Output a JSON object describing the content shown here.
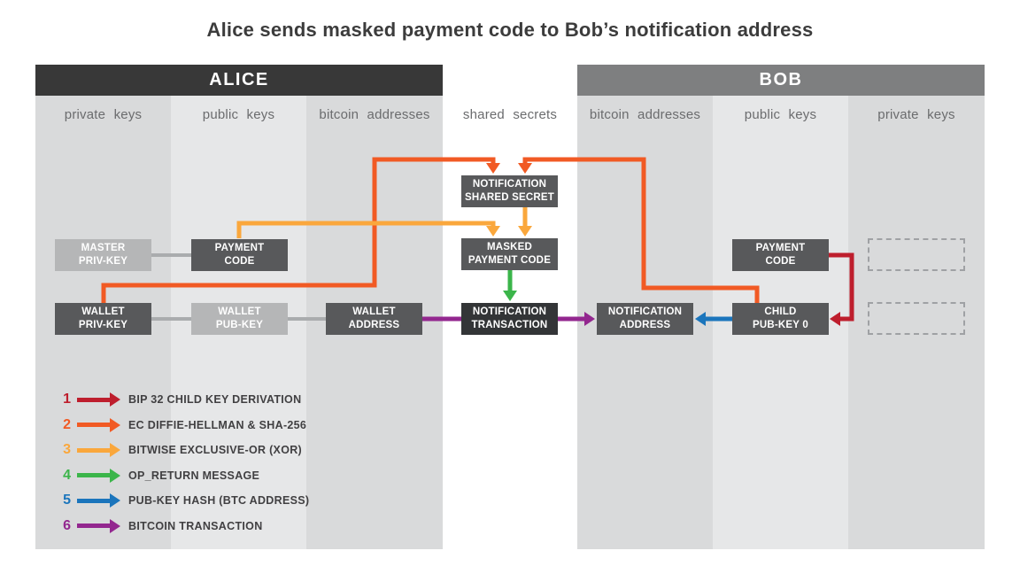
{
  "title": "Alice sends masked payment code to Bob’s notification address",
  "colors": {
    "red": "#BE1E2D",
    "orange": "#F15A24",
    "yellow": "#FAA73C",
    "green": "#3BB54A",
    "blue": "#1B75BC",
    "purple": "#93278F",
    "alice_header": "#383838",
    "bob_header": "#7E7F80",
    "box_dark": "#58595B",
    "box_light": "#B5B6B7",
    "box_black": "#333537",
    "col_dark": "#D9DADB",
    "col_light": "#E6E7E8",
    "connector": "#AAACAE"
  },
  "alice": {
    "header": "ALICE",
    "columns": [
      "private keys",
      "public keys",
      "bitcoin addresses"
    ]
  },
  "bob": {
    "header": "BOB",
    "columns": [
      "bitcoin addresses",
      "public keys",
      "private keys"
    ]
  },
  "middle_column_label": "shared secrets",
  "nodes": {
    "master_priv_key": "MASTER\nPRIV-KEY",
    "alice_payment_code": "PAYMENT\nCODE",
    "wallet_priv_key": "WALLET\nPRIV-KEY",
    "wallet_pub_key": "WALLET\nPUB-KEY",
    "wallet_address": "WALLET\nADDRESS",
    "notification_shared_secret": "NOTIFICATION\nSHARED SECRET",
    "masked_payment_code": "MASKED\nPAYMENT CODE",
    "notification_transaction": "NOTIFICATION\nTRANSACTION",
    "notification_address": "NOTIFICATION\nADDRESS",
    "child_pub_key_0": "CHILD\nPUB-KEY 0",
    "bob_payment_code": "PAYMENT\nCODE"
  },
  "legend": {
    "items": [
      {
        "num": "1",
        "label": "BIP 32 CHILD KEY DERIVATION",
        "color": "red"
      },
      {
        "num": "2",
        "label": "EC DIFFIE-HELLMAN & SHA-256",
        "color": "orange"
      },
      {
        "num": "3",
        "label": "BITWISE EXCLUSIVE-OR (XOR)",
        "color": "yellow"
      },
      {
        "num": "4",
        "label": "OP_RETURN MESSAGE",
        "color": "green"
      },
      {
        "num": "5",
        "label": "PUB-KEY HASH (BTC ADDRESS)",
        "color": "blue"
      },
      {
        "num": "6",
        "label": "BITCOIN TRANSACTION",
        "color": "purple"
      }
    ]
  }
}
